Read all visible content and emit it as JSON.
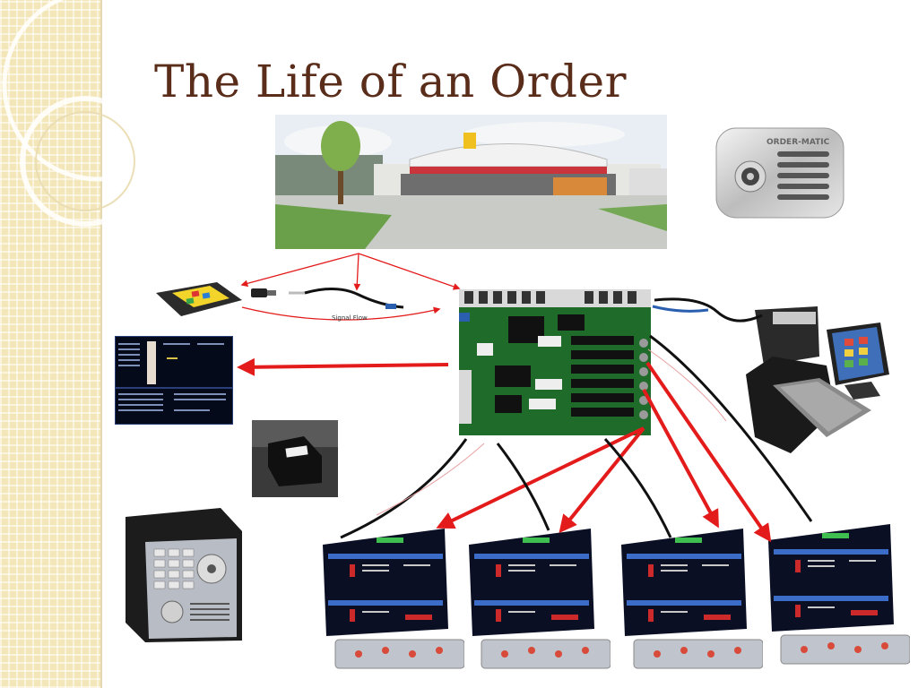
{
  "slide": {
    "title": "The Life of an Order"
  },
  "images": {
    "drive_in": {
      "alt": "Drive-in restaurant photo"
    },
    "speaker_box": {
      "label": "ORDER-MATIC"
    },
    "order_pad": {
      "alt": "Handheld order pad"
    },
    "controller_board": {
      "alt": "Controller circuit board"
    },
    "monitor_screen": {
      "alt": "Order monitor screen"
    },
    "bump_button": {
      "alt": "Bump button"
    },
    "keypad_terminal": {
      "alt": "Wall-mounted keypad terminal"
    },
    "pos_terminal": {
      "alt": "POS terminal with touchscreen"
    },
    "kitchen_displays": [
      {
        "alt": "Kitchen display unit 1"
      },
      {
        "alt": "Kitchen display unit 2"
      },
      {
        "alt": "Kitchen display unit 3"
      },
      {
        "alt": "Kitchen display unit 4"
      }
    ]
  },
  "diagram": {
    "signal_flow_label": "Signal Flow",
    "accent_color": "#e31b1b"
  }
}
